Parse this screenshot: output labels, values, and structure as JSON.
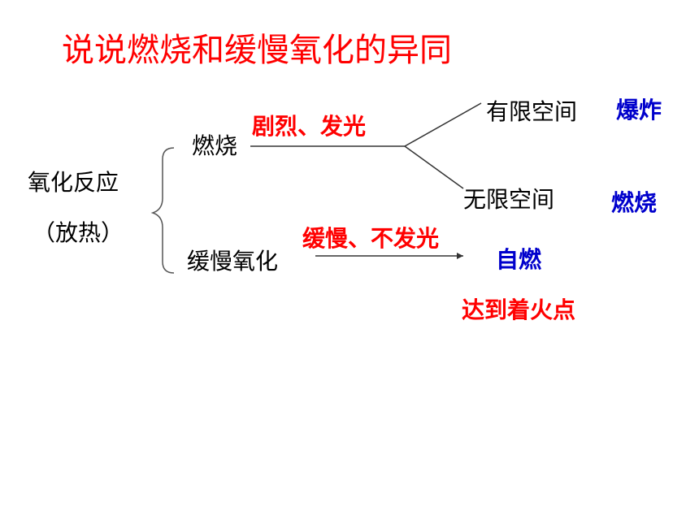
{
  "title": "说说燃烧和缓慢氧化的异同",
  "root": {
    "label": "氧化反应",
    "note": "（放热）"
  },
  "branch_combustion": {
    "label": "燃烧",
    "feature": "剧烈、发光",
    "outcomes": [
      {
        "space": "有限空间",
        "result": "爆炸"
      },
      {
        "space": "无限空间",
        "result": "燃烧"
      }
    ]
  },
  "branch_slow": {
    "label": "缓慢氧化",
    "feature": "缓慢、不发光",
    "result": "自燃",
    "condition": "达到着火点"
  },
  "colors": {
    "emphasis": "#ff0000",
    "result": "#0000cc",
    "text": "#000000"
  }
}
